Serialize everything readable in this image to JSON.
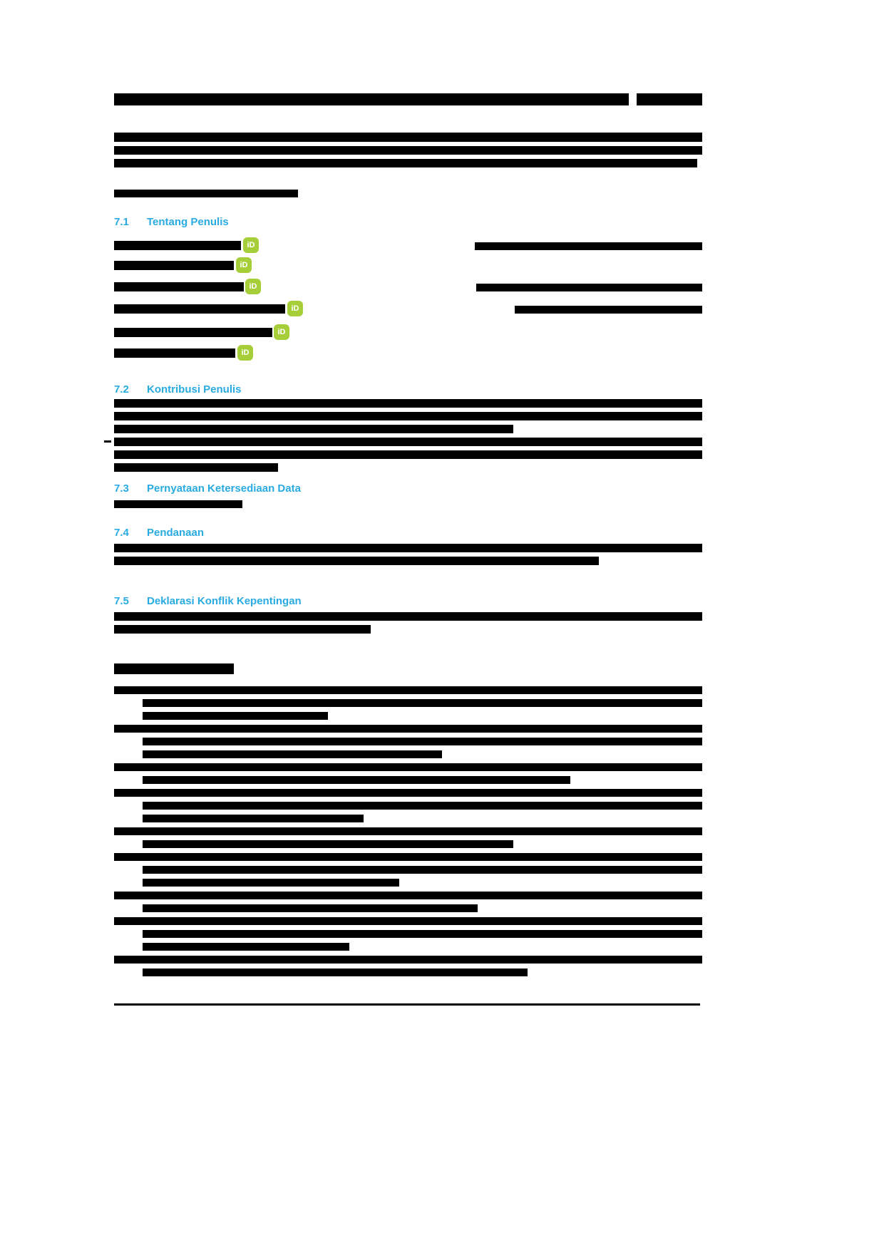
{
  "document": {
    "kind": "journal-article-back-matter-page",
    "language": "id"
  },
  "colors": {
    "section_heading_blue": "#29ABE2",
    "orcid_green": "#A6CE39",
    "text_black": "#000000",
    "background": "#FFFFFF"
  },
  "sections": [
    {
      "number": "7.1",
      "title": "Tentang Penulis"
    },
    {
      "number": "7.2",
      "title": "Kontribusi Penulis"
    },
    {
      "number": "7.3",
      "title": "Pernyataan Ketersediaan Data"
    },
    {
      "number": "7.4",
      "title": "Pendanaan"
    },
    {
      "number": "7.5",
      "title": "Deklarasi Konflik Kepentingan"
    }
  ],
  "orcid": {
    "badge_label": "iD"
  }
}
